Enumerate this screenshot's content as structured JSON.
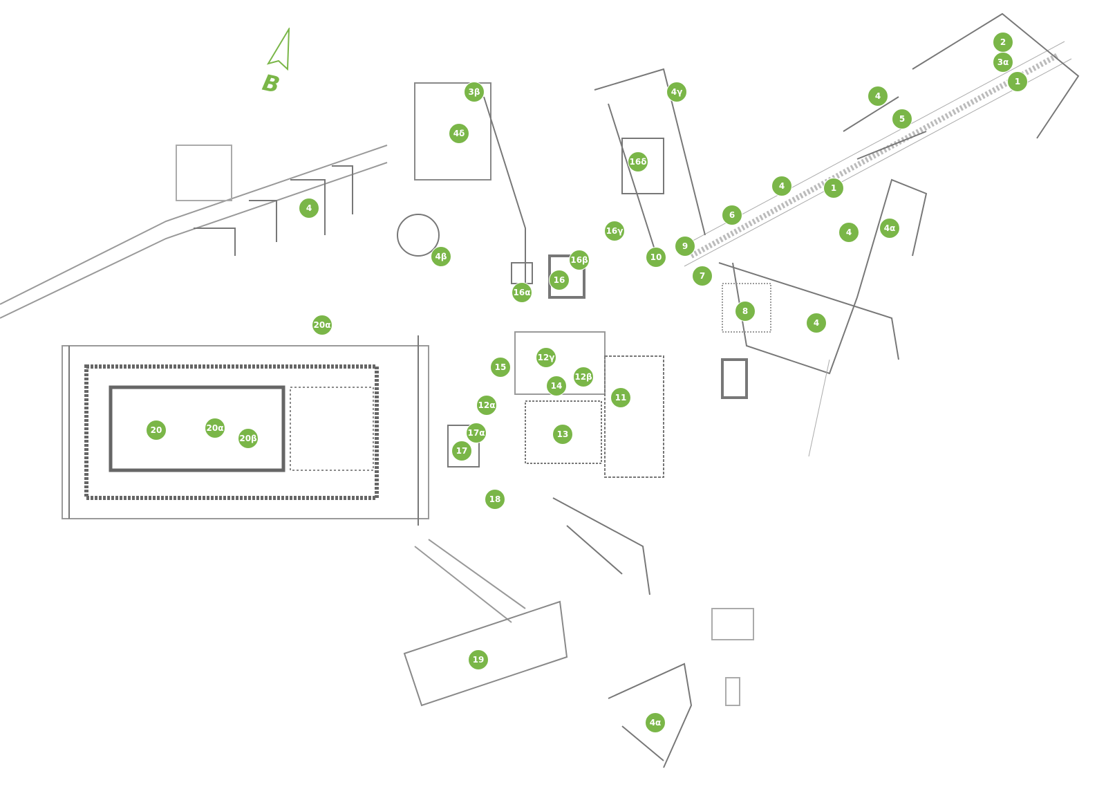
{
  "map": {
    "north_label": "B",
    "accent_color": "#7ab648",
    "markers": [
      "2",
      "3α",
      "1",
      "4",
      "5",
      "3β",
      "4γ",
      "4δ",
      "16δ",
      "4",
      "1",
      "4",
      "6",
      "16γ",
      "4",
      "4α",
      "9",
      "10",
      "4β",
      "16β",
      "7",
      "16",
      "16α",
      "8",
      "4",
      "20α",
      "15",
      "12γ",
      "12β",
      "14",
      "11",
      "12α",
      "20",
      "20α",
      "20β",
      "17α",
      "13",
      "17",
      "18",
      "19",
      "4α"
    ]
  }
}
